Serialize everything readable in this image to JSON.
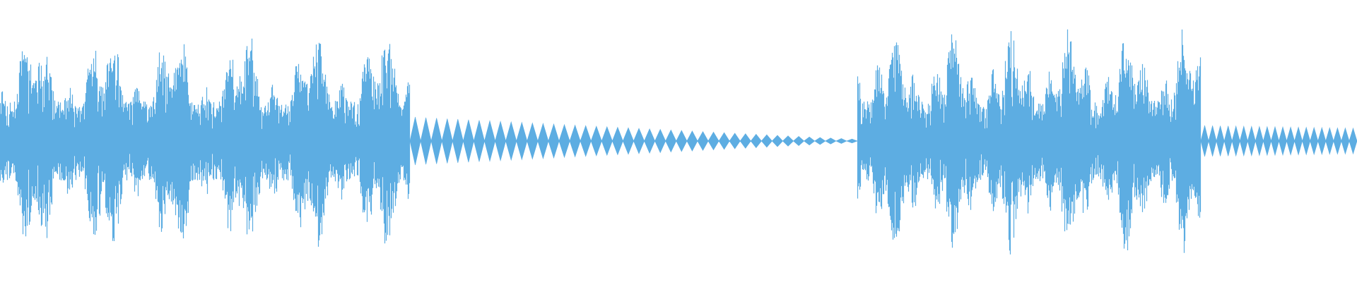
{
  "waveform": {
    "color": "#5dade2",
    "background": "#ffffff",
    "segments": [
      {
        "type": "speech",
        "start": 0.0,
        "end": 0.302,
        "level": 0.8,
        "seed": 11
      },
      {
        "type": "tone-decay",
        "start": 0.302,
        "end": 0.632,
        "level_start": 0.17,
        "level_end": 0.01,
        "cycles": 42
      },
      {
        "type": "speech",
        "start": 0.632,
        "end": 0.885,
        "level": 0.82,
        "seed": 29
      },
      {
        "type": "tone-decay",
        "start": 0.885,
        "end": 1.0,
        "level_start": 0.11,
        "level_end": 0.09,
        "cycles": 20
      }
    ]
  }
}
